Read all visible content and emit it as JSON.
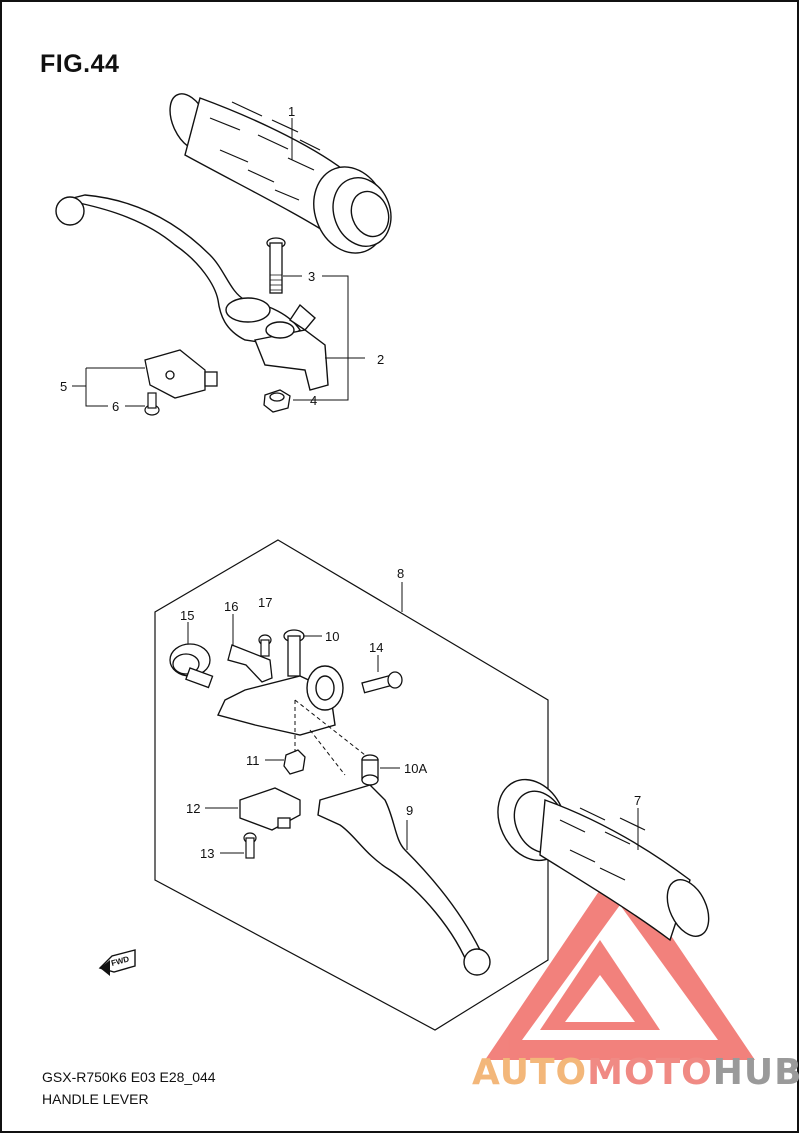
{
  "figure": {
    "title": "FIG.44",
    "model_code": "GSX-R750K6 E03 E28_044",
    "caption": "HANDLE LEVER"
  },
  "callouts": {
    "c1": "1",
    "c2": "2",
    "c3": "3",
    "c4": "4",
    "c5": "5",
    "c6": "6",
    "c7": "7",
    "c8": "8",
    "c9": "9",
    "c10": "10",
    "c10a": "10A",
    "c11": "11",
    "c12": "12",
    "c13": "13",
    "c14": "14",
    "c15": "15",
    "c16": "16",
    "c17": "17"
  },
  "fwd_label": "FWD",
  "watermark": {
    "part_a": "AUTO",
    "part_b": "MOTO",
    "part_c": "HUB",
    "colors": {
      "a": "#f3b77a",
      "b": "#f08a84",
      "c": "#9a9a9a",
      "logo": "#f06c66"
    }
  }
}
